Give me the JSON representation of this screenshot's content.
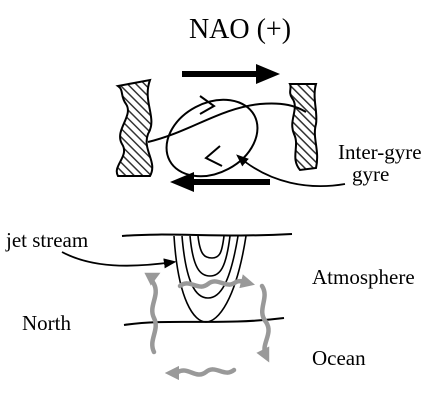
{
  "title": "NAO (+)",
  "labels": {
    "inter_gyre": "Inter-gyre",
    "gyre": "gyre",
    "jet_stream": "jet stream",
    "atmosphere": "Atmosphere",
    "north": "North",
    "ocean": "Ocean"
  },
  "colors": {
    "ink": "#000000",
    "flux_arrows": "#999999",
    "background": "#ffffff"
  }
}
